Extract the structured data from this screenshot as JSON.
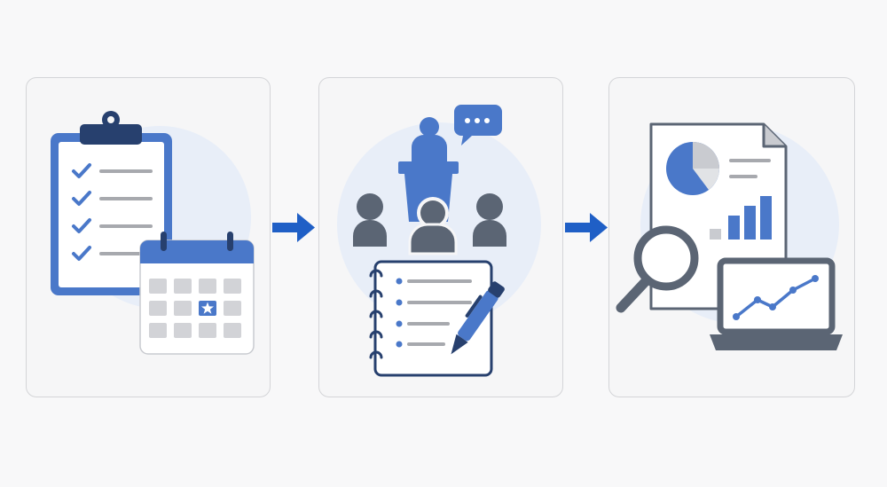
{
  "colors": {
    "page_background": "#f8f8f9",
    "panel_background": "#f6f6f7",
    "panel_border": "#d4d5d8",
    "accent_blue": "#4a78c9",
    "dark_navy": "#27406e",
    "slate_gray": "#5b6574",
    "light_gray": "#c9cbd0",
    "halo": "#e8eef8",
    "arrow_blue": "#1f5fc6"
  },
  "flow": {
    "steps": [
      {
        "id": "plan",
        "icons": [
          "clipboard-icon",
          "checkmark-icon",
          "calendar-icon",
          "star-icon"
        ]
      },
      {
        "id": "meet",
        "icons": [
          "presenter-icon",
          "podium-icon",
          "speech-bubble-icon",
          "audience-icon",
          "notebook-icon",
          "pen-icon"
        ]
      },
      {
        "id": "analyze",
        "icons": [
          "report-document-icon",
          "pie-chart-icon",
          "bar-chart-icon",
          "magnifier-icon",
          "laptop-icon",
          "line-chart-icon"
        ]
      }
    ],
    "connectors": [
      "arrow-right-icon",
      "arrow-right-icon"
    ]
  }
}
